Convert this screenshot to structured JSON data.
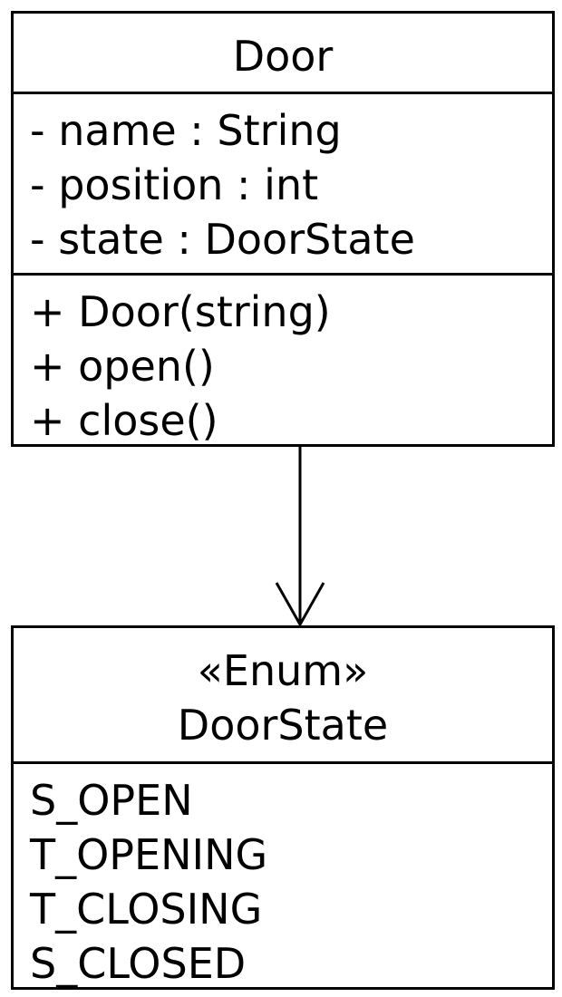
{
  "door_class": {
    "name": "Door",
    "attributes": [
      "- name : String",
      "- position : int",
      "- state : DoorState"
    ],
    "operations": [
      "+ Door(string)",
      "+ open()",
      "+ close()"
    ]
  },
  "enum_class": {
    "stereotype": "«Enum»",
    "name": "DoorState",
    "literals": [
      "S_OPEN",
      "T_OPENING",
      "T_CLOSING",
      "S_CLOSED"
    ]
  },
  "colors": {
    "line": "#000000",
    "background": "#ffffff"
  }
}
